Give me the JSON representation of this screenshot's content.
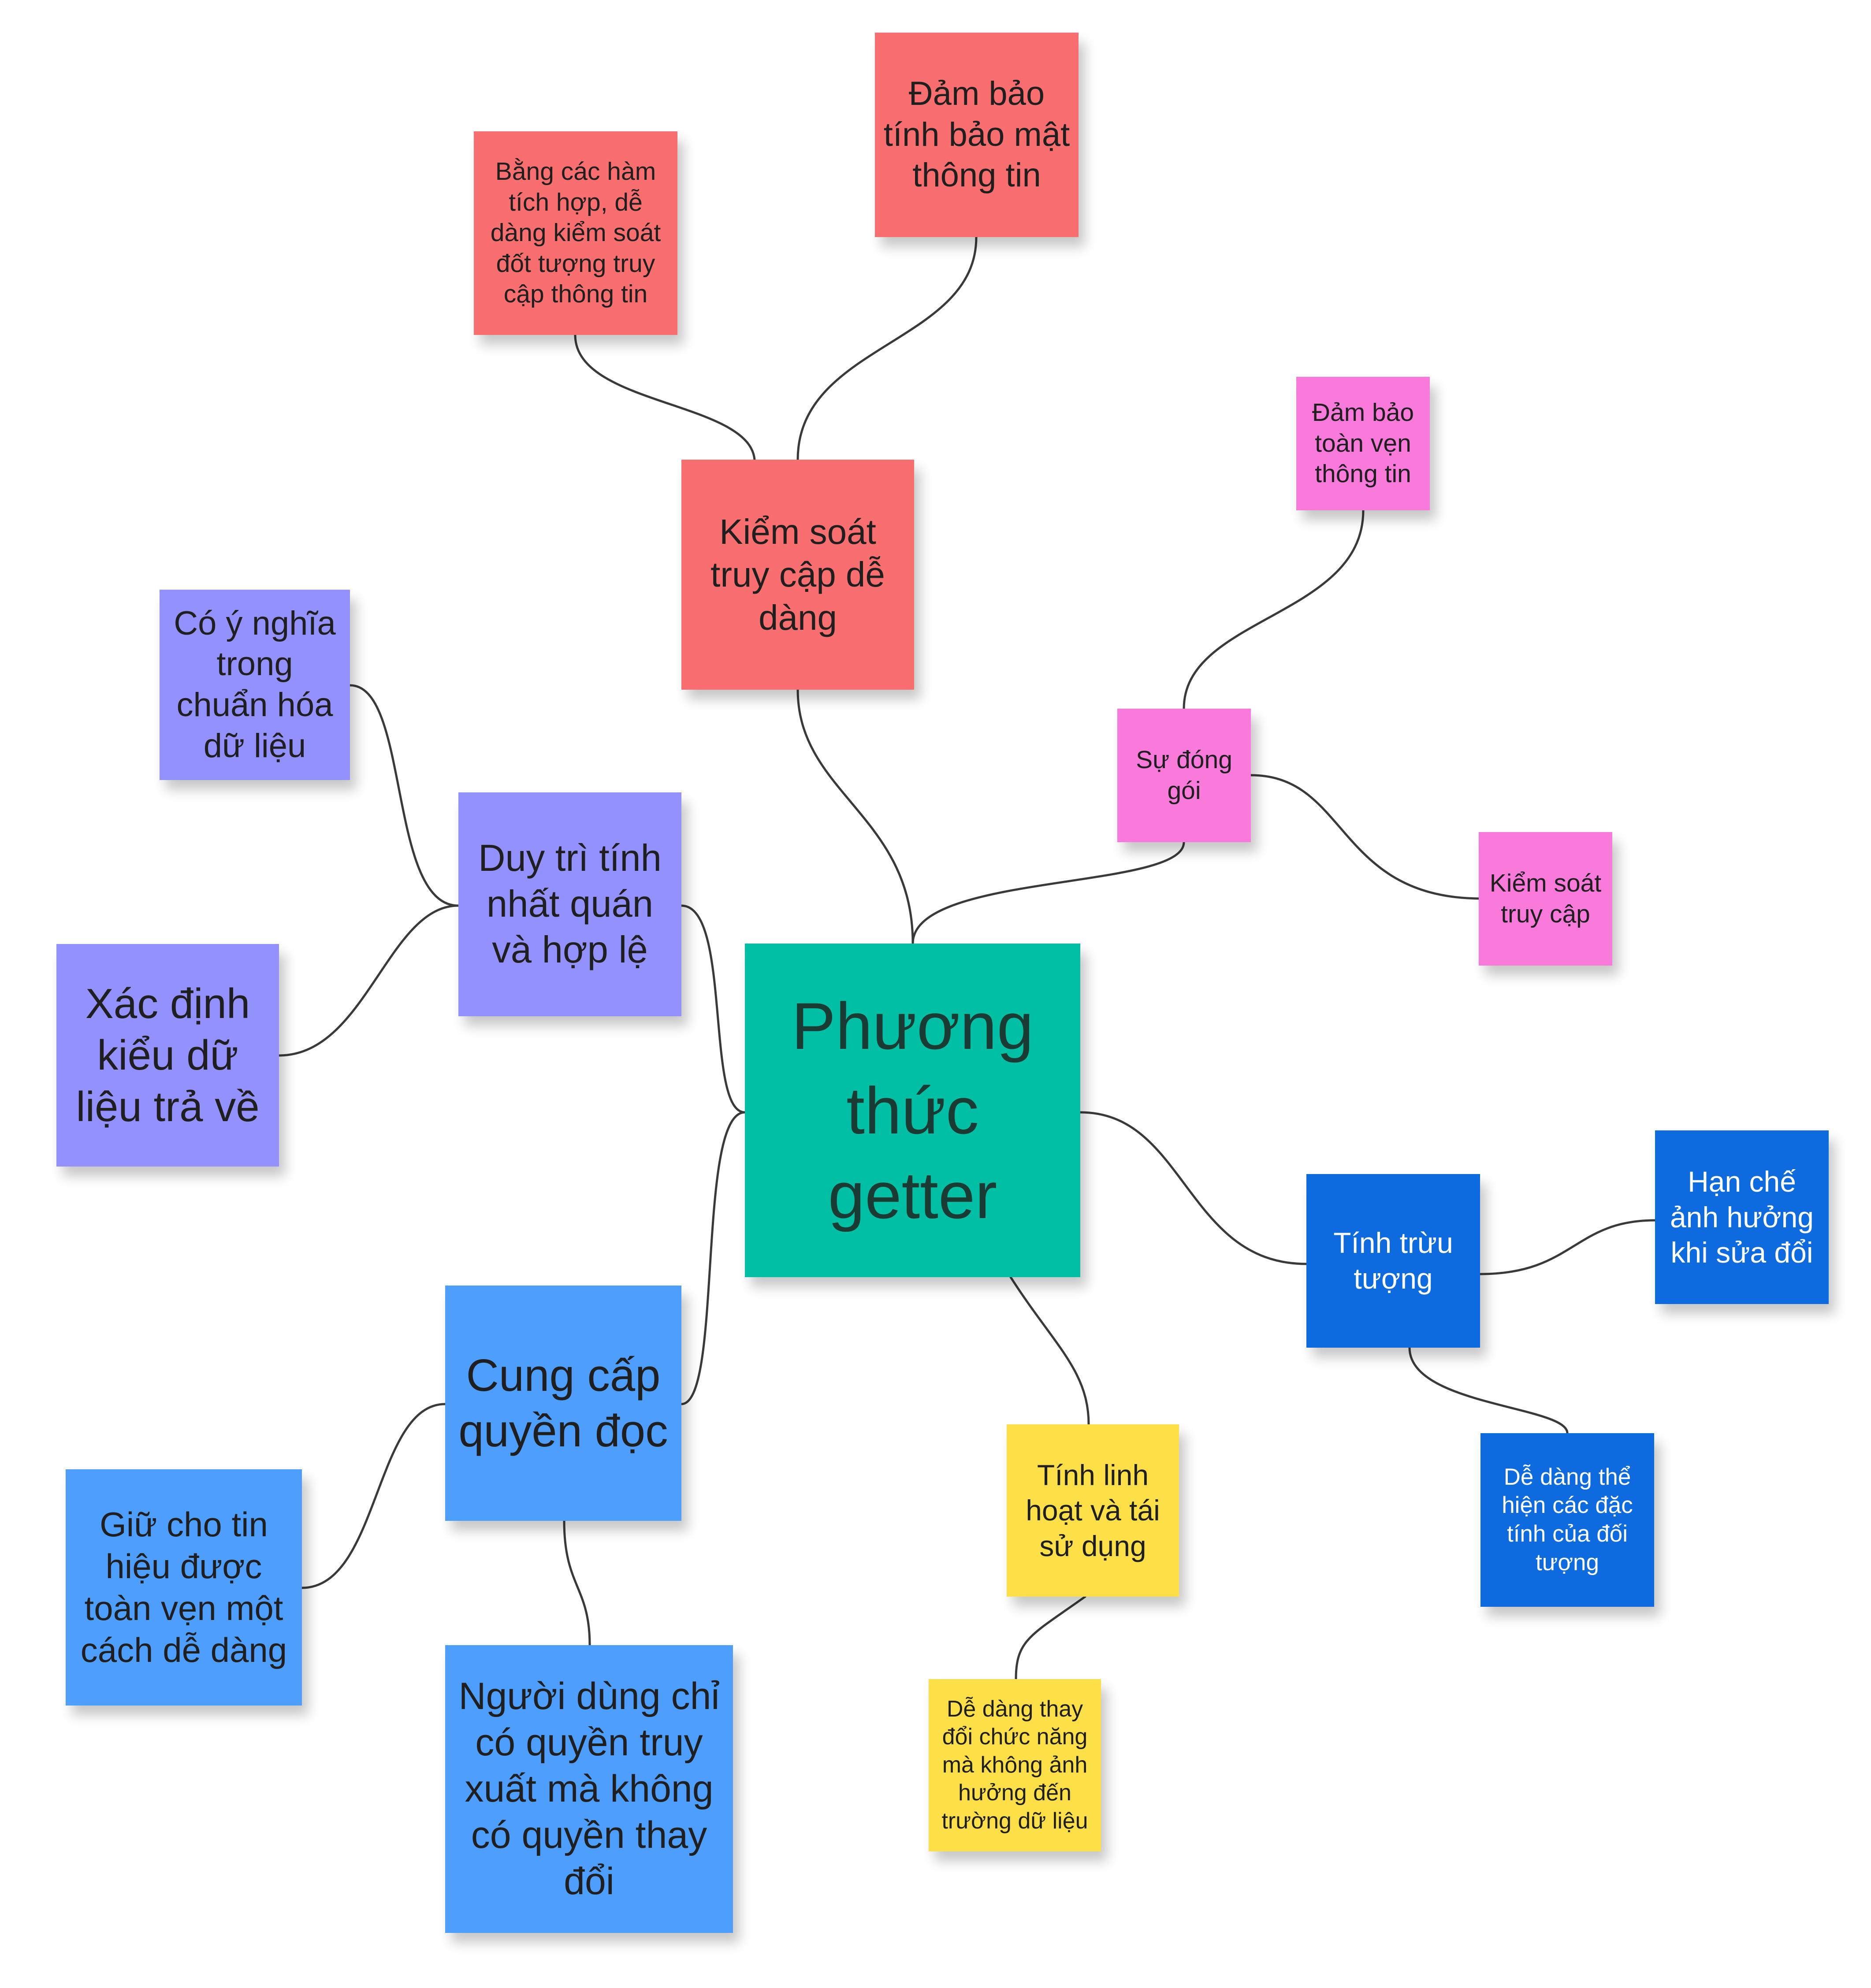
{
  "mindmap": {
    "central": {
      "label": "Phương thức getter",
      "color": "#00BFA5"
    },
    "notes": [
      {
        "id": "central",
        "label": "Phương thức getter",
        "color": "#00BFA5"
      },
      {
        "id": "access",
        "label": "Kiểm soát truy cập dễ dàng",
        "color": "#F96E6E"
      },
      {
        "id": "access-1",
        "label": "Bằng các hàm tích hợp, dễ dàng kiểm soát đốt tượng truy cập thông tin",
        "color": "#F96E6E"
      },
      {
        "id": "access-2",
        "label": "Đảm bảo tính bảo mật thông tin",
        "color": "#F96E6E"
      },
      {
        "id": "encap",
        "label": "Sự đóng gói",
        "color": "#F97ADB"
      },
      {
        "id": "encap-1",
        "label": "Đảm bảo toàn vẹn thông tin",
        "color": "#F97ADB"
      },
      {
        "id": "encap-2",
        "label": "Kiểm soát truy cập",
        "color": "#F97ADB"
      },
      {
        "id": "consist",
        "label": "Duy trì tính nhất quán và hợp lệ",
        "color": "#9391FD"
      },
      {
        "id": "consist-1",
        "label": "Có ý nghĩa trong chuẩn hóa dữ liệu",
        "color": "#9391FD"
      },
      {
        "id": "consist-2",
        "label": "Xác định kiểu dữ liệu trả về",
        "color": "#9391FD"
      },
      {
        "id": "abstr",
        "label": "Tính trừu tượng",
        "color": "#0E6BDF"
      },
      {
        "id": "abstr-1",
        "label": "Hạn chế ảnh hưởng khi sửa đổi",
        "color": "#0E6BDF"
      },
      {
        "id": "abstr-2",
        "label": "Dễ dàng thể hiện các đặc tính của đối tượng",
        "color": "#0E6BDF"
      },
      {
        "id": "read",
        "label": "Cung cấp quyền đọc",
        "color": "#4D9EFD"
      },
      {
        "id": "read-1",
        "label": "Giữ cho tin hiệu được toàn vẹn một cách dễ dàng",
        "color": "#4D9EFD"
      },
      {
        "id": "read-2",
        "label": "Người dùng chỉ có quyền truy xuất mà không có quyền thay đổi",
        "color": "#4D9EFD"
      },
      {
        "id": "flex",
        "label": "Tính linh hoạt và tái sử dụng",
        "color": "#FDE047"
      },
      {
        "id": "flex-1",
        "label": "Dễ dàng thay đổi chức năng mà không ảnh hưởng đến trường dữ liệu",
        "color": "#FDE047"
      }
    ],
    "links": [
      [
        "central",
        "access"
      ],
      [
        "access",
        "access-1"
      ],
      [
        "access",
        "access-2"
      ],
      [
        "central",
        "encap"
      ],
      [
        "encap",
        "encap-1"
      ],
      [
        "encap",
        "encap-2"
      ],
      [
        "central",
        "consist"
      ],
      [
        "consist",
        "consist-1"
      ],
      [
        "consist",
        "consist-2"
      ],
      [
        "central",
        "abstr"
      ],
      [
        "abstr",
        "abstr-1"
      ],
      [
        "abstr",
        "abstr-2"
      ],
      [
        "central",
        "read"
      ],
      [
        "read",
        "read-1"
      ],
      [
        "read",
        "read-2"
      ],
      [
        "central",
        "flex"
      ],
      [
        "flex",
        "flex-1"
      ]
    ]
  }
}
